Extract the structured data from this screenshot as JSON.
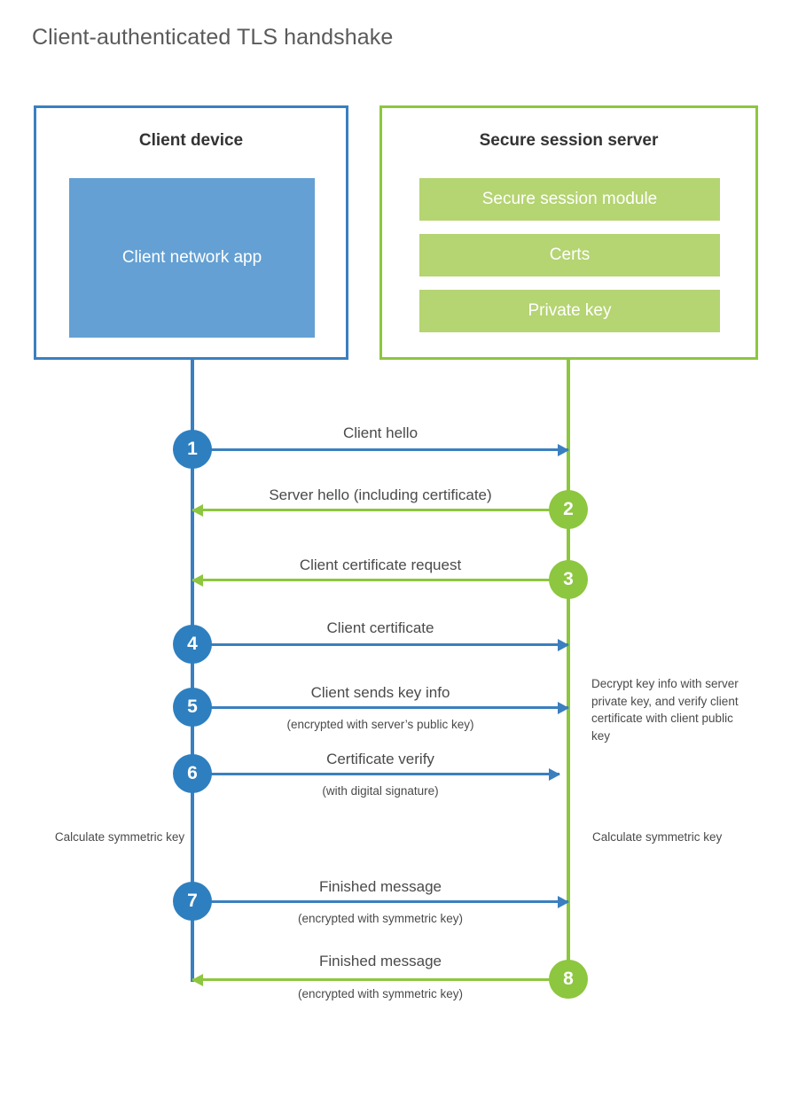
{
  "title": "Client-authenticated TLS handshake",
  "colors": {
    "client_blue": "#3a7fc0",
    "client_circle_blue": "#2e7fbf",
    "client_app_blue": "#64a0d3",
    "server_green": "#8dc63f",
    "server_block_green": "#b5d472",
    "text": "#4a4a4a",
    "title_text": "#5a5a5a"
  },
  "client": {
    "title": "Client device",
    "app_label": "Client network app"
  },
  "server": {
    "title": "Secure session server",
    "blocks": [
      {
        "label": "Secure session module"
      },
      {
        "label": "Certs"
      },
      {
        "label": "Private key"
      }
    ]
  },
  "steps": [
    {
      "number": "1",
      "side": "client",
      "direction": "to-server",
      "label": "Client hello",
      "sublabel": ""
    },
    {
      "number": "2",
      "side": "server",
      "direction": "to-client",
      "label": "Server hello (including certificate)",
      "sublabel": ""
    },
    {
      "number": "3",
      "side": "server",
      "direction": "to-client",
      "label": "Client certificate request",
      "sublabel": ""
    },
    {
      "number": "4",
      "side": "client",
      "direction": "to-server",
      "label": "Client certificate",
      "sublabel": ""
    },
    {
      "number": "5",
      "side": "client",
      "direction": "to-server",
      "label": "Client sends key info",
      "sublabel": "(encrypted with server’s public key)"
    },
    {
      "number": "6",
      "side": "client",
      "direction": "to-server",
      "label": "Certificate verify",
      "sublabel": "(with digital signature)"
    },
    {
      "number": "7",
      "side": "client",
      "direction": "to-server",
      "label": "Finished message",
      "sublabel": "(encrypted with symmetric key)"
    },
    {
      "number": "8",
      "side": "server",
      "direction": "to-client",
      "label": "Finished message",
      "sublabel": "(encrypted with symmetric key)"
    }
  ],
  "annotations": {
    "decrypt_note": "Decrypt key info with server private key, and verify client certificate with client public key",
    "calculate_client": "Calculate symmetric key",
    "calculate_server": "Calculate symmetric key"
  }
}
